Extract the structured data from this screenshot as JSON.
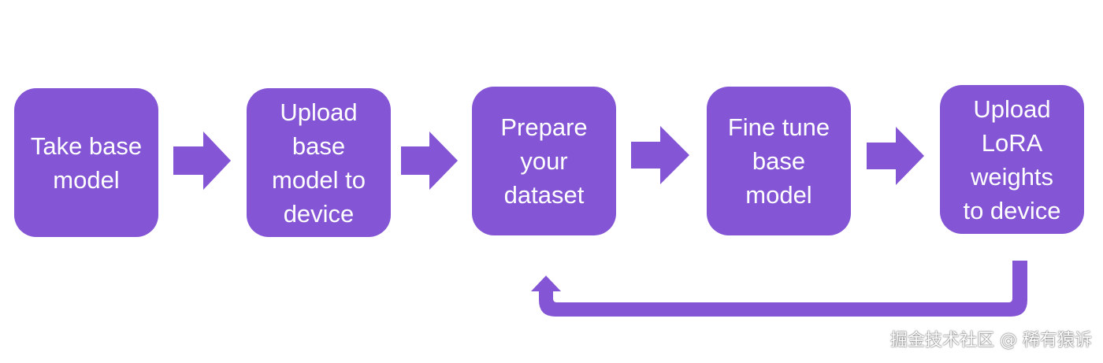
{
  "colors": {
    "box": "#8455d4",
    "arrow": "#8455d4",
    "background": "#ffffff"
  },
  "steps": [
    {
      "label": "Take base\nmodel"
    },
    {
      "label": "Upload\nbase\nmodel to\ndevice"
    },
    {
      "label": "Prepare\nyour\ndataset"
    },
    {
      "label": "Fine tune\nbase\nmodel"
    },
    {
      "label": "Upload\nLoRA\nweights\nto device"
    }
  ],
  "watermark": "掘金技术社区 @ 稀有猿诉"
}
